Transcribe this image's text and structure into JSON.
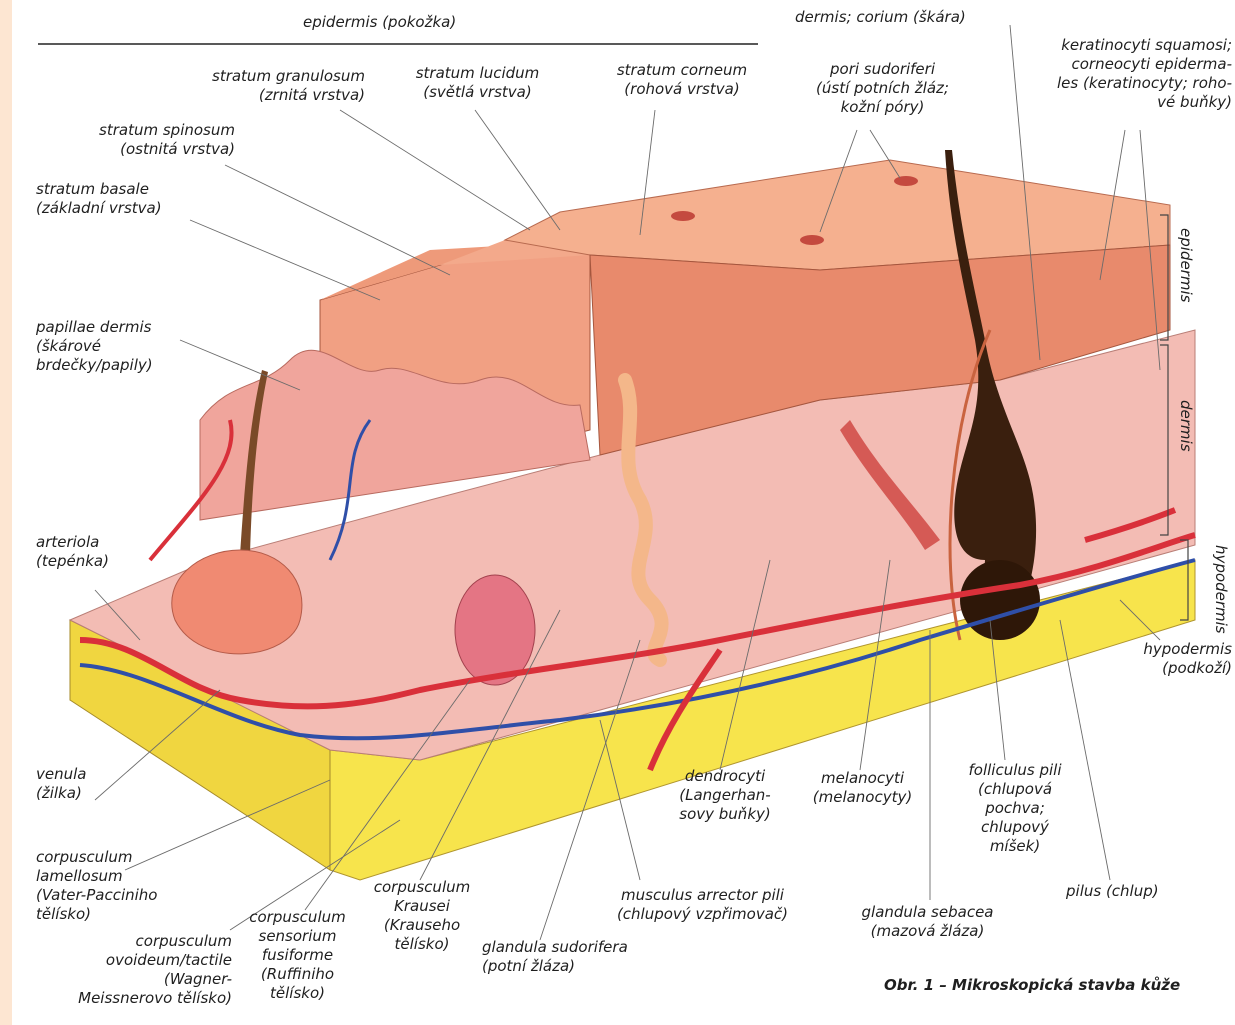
{
  "figure": {
    "caption": "Obr. 1 – Mikroskopická stavba kůže",
    "colors": {
      "page_border": "#fde6d2",
      "epidermis": "#f1a083",
      "dermis": "#f3bcb4",
      "hypodermis": "#f5e24a",
      "artery": "#d9303a",
      "vein": "#2f4fa8",
      "hair": "#3a1f0e",
      "gland": "#f4b78a"
    },
    "icons": [
      "skin-block-illustration",
      "hair-shaft-icon",
      "sweat-gland-coil-icon",
      "blood-vessel-network-icon"
    ]
  },
  "labels": {
    "epidermis_top": "epidermis (pokožka)",
    "dermis_top": "dermis; corium (škára)",
    "keratinocytes": "keratinocyti squamosi;\ncorneocyti epiderma-\nles (keratinocyty; roho-\nvé buňky)",
    "stratum_granulosum": "stratum granulosum\n(zrnitá vrstva)",
    "stratum_lucidum": "stratum lucidum\n(světlá vrstva)",
    "stratum_corneum": "stratum corneum\n(rohová vrstva)",
    "pori_sudoriferi": "pori sudoriferi\n(ústí potních žláz;\nkožní póry)",
    "stratum_spinosum": "stratum spinosum\n(ostnitá vrstva)",
    "stratum_basale": "stratum basale\n(základní vrstva)",
    "papillae_dermis": "papillae dermis\n(škárové\nbrdečky/papily)",
    "arteriola": "arteriola\n(tepénka)",
    "venula": "venula\n(žilka)",
    "corpusculum_lamellosum": "corpusculum\nlamellosum\n(Vater-Pacciniho\ntělísko)",
    "corpusculum_ovoideum": "corpusculum\novoideum/tactile\n(Wagner-\nMeissnerovo tělísko)",
    "corpusculum_fusiforme": "corpusculum\nsensorium\nfusiforme\n(Ruffiniho\ntělísko)",
    "corpusculum_krausei": "corpusculum\nKrausei\n(Krauseho\ntělísko)",
    "glandula_sudorifera": "glandula sudorifera\n(potní žláza)",
    "musculus_arrector": "musculus arrector pili\n(chlupový vzpřimovač)",
    "dendrocyti": "dendrocyti\n(Langerhan-\nsovy buňky)",
    "melanocyti": "melanocyti\n(melanocyty)",
    "folliculus_pili": "folliculus pili\n(chlupová\npochva;\nchlupový\nmíšek)",
    "glandula_sebacea": "glandula sebacea\n(mazová žláza)",
    "pilus": "pilus (chlup)",
    "hypodermis": "hypodermis\n(podkoží)",
    "side_epidermis": "epidermis",
    "side_dermis": "dermis",
    "side_hypodermis": "hypodermis"
  }
}
